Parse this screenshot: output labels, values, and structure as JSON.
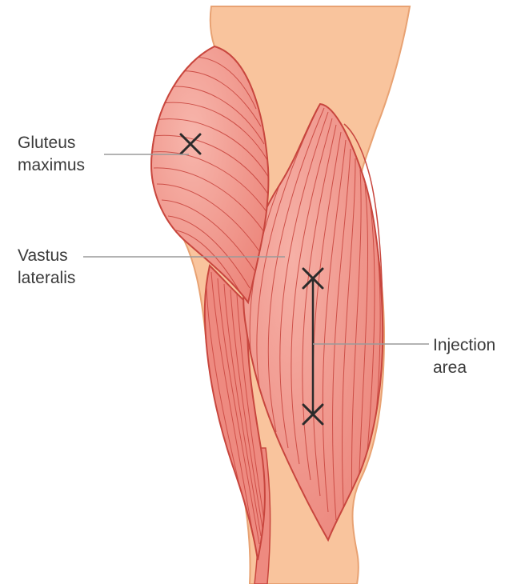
{
  "labels": {
    "gluteus": {
      "line1": "Gluteus",
      "line2": "maximus"
    },
    "vastus": {
      "line1": "Vastus",
      "line2": "lateralis"
    },
    "injection": {
      "line1": "Injection",
      "line2": "area"
    }
  },
  "colors": {
    "skin": "#f9c49d",
    "skin_outline": "#e8a273",
    "muscle": "#ee8a80",
    "muscle_light": "#f5aaa0",
    "muscle_outline": "#c8463e",
    "fiber": "#c7423b",
    "marker": "#2b2b2b",
    "leader": "#9a9a9a",
    "text": "#3a3a3a"
  },
  "markers": [
    "x-mark-gluteus",
    "x-mark-vastus-top",
    "x-mark-vastus-bottom"
  ]
}
